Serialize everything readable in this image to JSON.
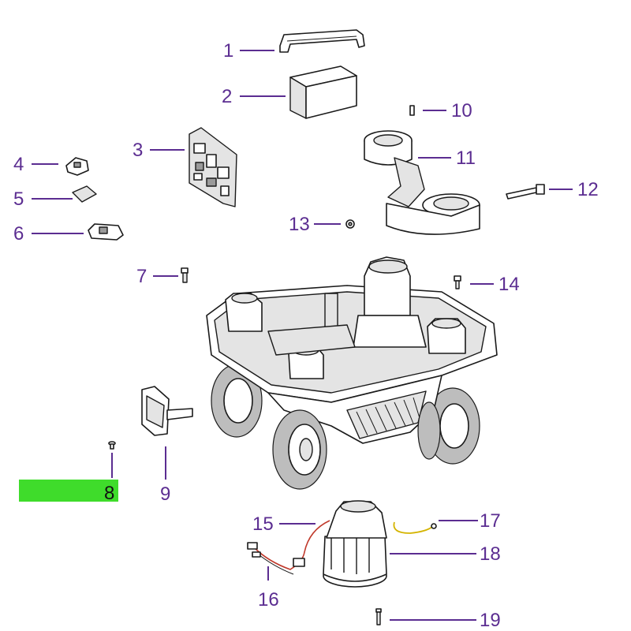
{
  "labels": {
    "l1": "1",
    "l2": "2",
    "l3": "3",
    "l4": "4",
    "l5": "5",
    "l6": "6",
    "l7": "7",
    "l8": "8",
    "l9": "9",
    "l10": "10",
    "l11": "11",
    "l12": "12",
    "l13": "13",
    "l14": "14",
    "l15": "15",
    "l16": "16",
    "l17": "17",
    "l18": "18",
    "l19": "19"
  },
  "colors": {
    "label_text": "#5b2d91",
    "highlight": "#3fdc2b"
  }
}
